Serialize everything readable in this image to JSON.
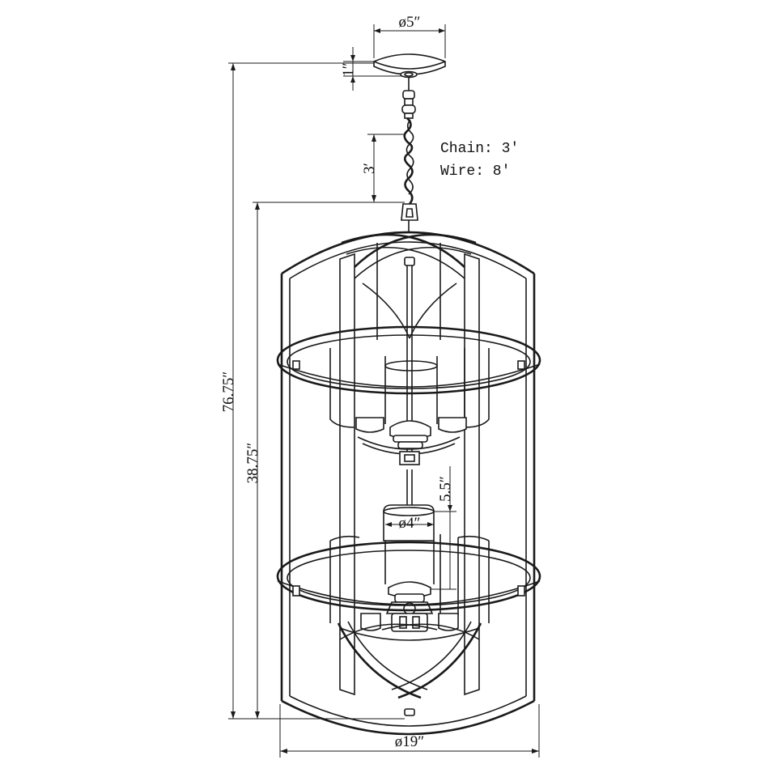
{
  "dimensions": {
    "canopy_diameter": "ø5″",
    "canopy_height": "1″",
    "chain_length_mark": "3′",
    "overall_height": "76.75″",
    "body_height": "38.75″",
    "socket_spacing": "5.5″",
    "cup_diameter": "ø4″",
    "body_diameter": "ø19″"
  },
  "notes": {
    "chain": "Chain: 3′",
    "wire": "Wire: 8′"
  },
  "colors": {
    "line": "#1a1a1a",
    "background": "#ffffff"
  }
}
